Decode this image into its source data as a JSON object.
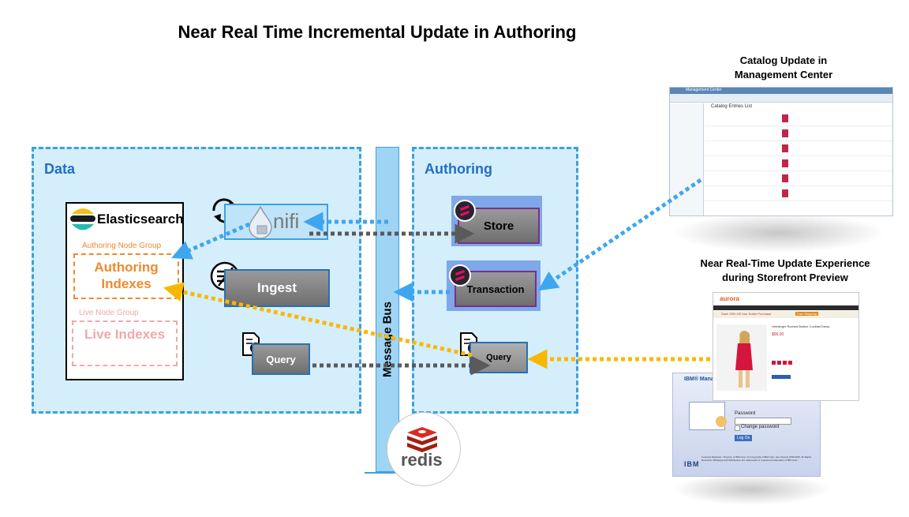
{
  "title": "Near Real Time Incremental Update in Authoring",
  "zones": {
    "data": "Data",
    "authoring": "Authoring"
  },
  "elasticsearch": {
    "label": "Elasticsearch",
    "authoring_group": "Authoring Node Group",
    "authoring_indexes_line1": "Authoring",
    "authoring_indexes_line2": "Indexes",
    "live_group": "Live Node Group",
    "live_indexes": "Live Indexes"
  },
  "components": {
    "nifi": "nifi",
    "ingest": "Ingest",
    "query_data": "Query",
    "store": "Store",
    "transaction": "Transaction",
    "query_auth": "Query"
  },
  "message_bus": "Message Bus",
  "redis": "redis",
  "captions": {
    "catalog_line1": "Catalog Update in",
    "catalog_line2": "Management Center",
    "preview_line1": "Near Real-Time Update Experience",
    "preview_line2": "during Storefront Preview"
  },
  "screens": {
    "mc_header": "Management Center",
    "mc_list_title": "Catalog Entries List",
    "store_brand": "aurora",
    "store_promo1": "Save 15% Off Your Entire Purchase",
    "store_promo2": "Free Shipping",
    "store_product": "Hemlinger Ruched Bodice Cocktail Dress",
    "store_price": "$99.00",
    "login_header": "IBM® Manag",
    "login_password": "Password",
    "login_change": "Change password",
    "login_button": "Log On",
    "ibm_logo": "IBM",
    "login_legal": "Licensed Materials - Property of IBM Corp. (C) Copyright of IBM Corp. and other(s) 1996,2015. All Rights Reserved. IBM(logo) and WebSphere are trademarks or registered trademarks of IBM Corp."
  },
  "colors": {
    "zone_fill": "#d5eefb",
    "zone_border": "#3ea0e0",
    "zone_label": "#1f6fc8",
    "authoring_index": "#f0892d",
    "live_index": "#f2a8a8",
    "arrow_blue": "#3ea6ef",
    "arrow_yellow": "#f9b800",
    "arrow_grey": "#5a5a5a",
    "component_purple": "#7a2e8f"
  }
}
